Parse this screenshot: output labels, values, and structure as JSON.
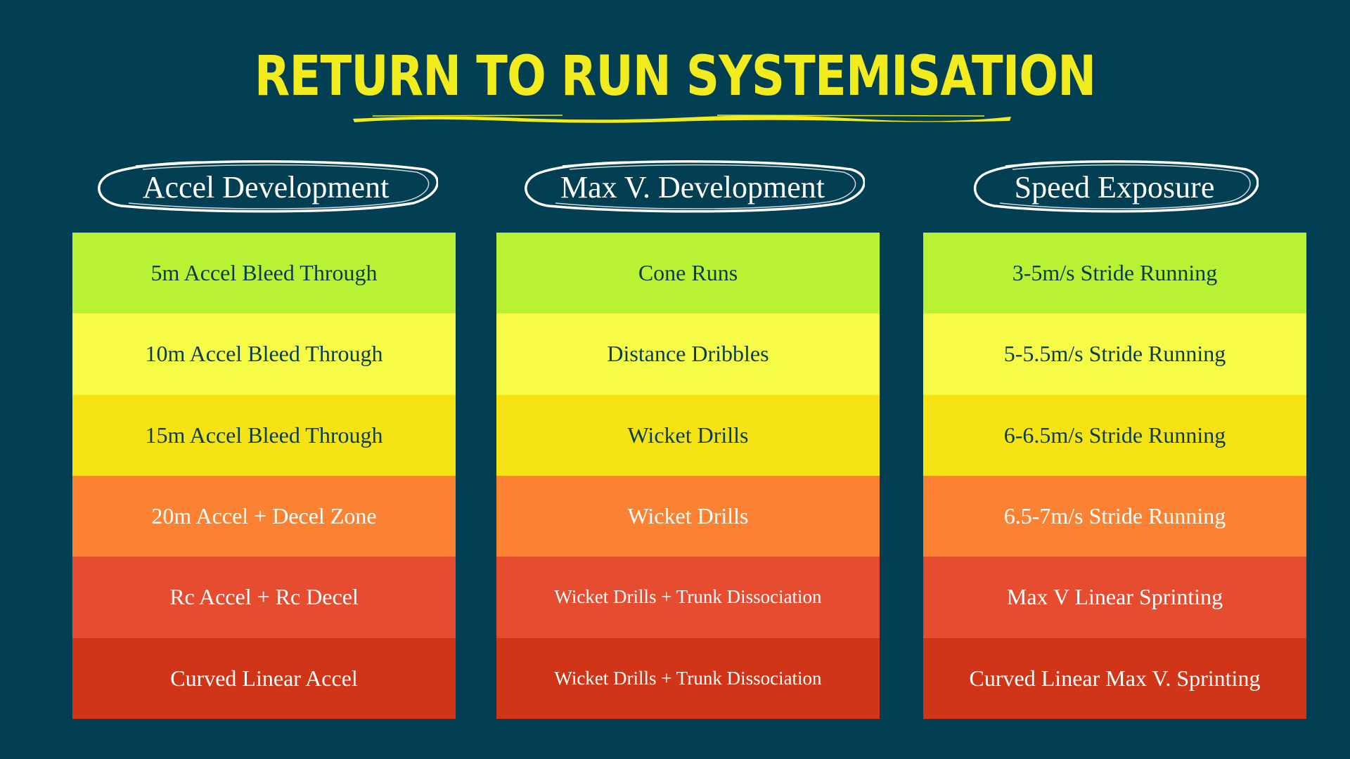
{
  "title": "RETURN TO RUN SYSTEMISATION",
  "columns": [
    {
      "header": "Accel Development",
      "items": [
        "5m Accel Bleed Through",
        "10m Accel Bleed Through",
        "15m Accel Bleed Through",
        "20m Accel + Decel Zone",
        "Rc Accel + Rc Decel",
        "Curved Linear Accel"
      ]
    },
    {
      "header": "Max V. Development",
      "items": [
        "Cone Runs",
        "Distance Dribbles",
        "Wicket Drills",
        "Wicket Drills",
        "Wicket Drills + Trunk Dissociation",
        "Wicket Drills + Trunk Dissociation"
      ]
    },
    {
      "header": "Speed Exposure",
      "items": [
        "3-5m/s Stride Running",
        "5-5.5m/s Stride Running",
        "6-6.5m/s Stride Running",
        "6.5-7m/s Stride Running",
        "Max V Linear Sprinting",
        "Curved Linear Max V. Sprinting"
      ]
    }
  ],
  "colors": {
    "background": "#023f52",
    "title": "#f2ec1e",
    "row_1": "#b9f233",
    "row_2": "#f6fb47",
    "row_3": "#f6e314",
    "row_4": "#fb8233",
    "row_5": "#e64c2f",
    "row_6": "#d13517"
  }
}
